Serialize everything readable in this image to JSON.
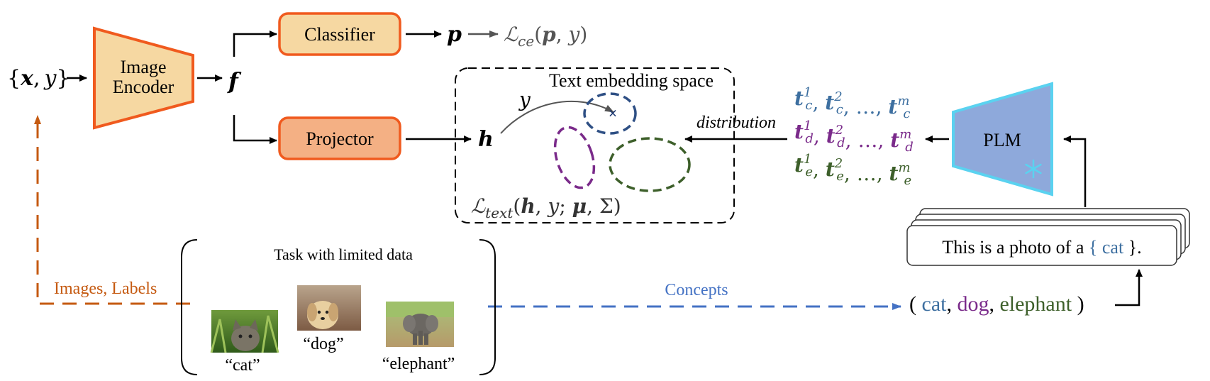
{
  "input": {
    "open_brace": "{",
    "x": "x",
    "comma": ",",
    "y": "y",
    "close_brace": "}"
  },
  "encoder": {
    "label_line1": "Image",
    "label_line2": "Encoder"
  },
  "feature": {
    "symbol": "f"
  },
  "classifier": {
    "label": "Classifier"
  },
  "projector": {
    "label": "Projector"
  },
  "classifier_output": {
    "p": "p",
    "loss_script": "ℒ",
    "loss_sub": "ce",
    "loss_args_open": "(",
    "loss_arg_p": "p",
    "loss_arg_sep": ", ",
    "loss_arg_y": "y",
    "loss_args_close": ")"
  },
  "projector_output": {
    "h": "h"
  },
  "text_space": {
    "title": "Text embedding space",
    "y_label": "y",
    "loss_script": "ℒ",
    "loss_sub": "text",
    "loss_open": "(",
    "loss_h": "h",
    "loss_sep1": ", ",
    "loss_y": "y",
    "loss_semi": "; ",
    "loss_mu": "μ",
    "loss_sep2": ", ",
    "loss_sigma": "Σ",
    "loss_close": ")"
  },
  "distribution_label": "distribution",
  "embeddings": {
    "rows": [
      {
        "sub": "c",
        "color": "#3d6fa0"
      },
      {
        "sub": "d",
        "color": "#7a2a8a"
      },
      {
        "sub": "e",
        "color": "#3d5f2a"
      }
    ],
    "t": "t",
    "sup1": "1",
    "sup2": "2",
    "supm": "m",
    "sep": ", ",
    "ellipsis": "…"
  },
  "plm": {
    "label": "PLM",
    "frozen_icon": "snowflake-icon"
  },
  "prompt": {
    "prefix": "This is a photo of a ",
    "open": "{ ",
    "slot": "cat",
    "close": " }."
  },
  "task": {
    "title": "Task with limited data",
    "images": [
      {
        "icon": "cat-photo",
        "label": "“cat”"
      },
      {
        "icon": "dog-photo",
        "label": "“dog”"
      },
      {
        "icon": "elephant-photo",
        "label": "“elephant”"
      }
    ]
  },
  "images_labels_caption": "Images, Labels",
  "concepts_caption": "Concepts",
  "concepts": {
    "open": "( ",
    "items": [
      {
        "label": "cat",
        "color": "#3d6fa0"
      },
      {
        "label": "dog",
        "color": "#7a2a8a"
      },
      {
        "label": "elephant",
        "color": "#3d5f2a"
      }
    ],
    "sep": ", ",
    "close": " )"
  },
  "colors": {
    "encoder_fill": "#f6d8a2",
    "encoder_stroke": "#f05a1e",
    "projector_fill": "#f4b084",
    "plm_fill": "#8ea9db",
    "plm_stroke": "#5ad2f0",
    "blue_dashed": "#4472c4",
    "orange_dashed": "#c55a11",
    "ellipse_blue": "#2e4f84",
    "ellipse_purple": "#7a2a8a",
    "ellipse_green": "#3d5f2a"
  }
}
